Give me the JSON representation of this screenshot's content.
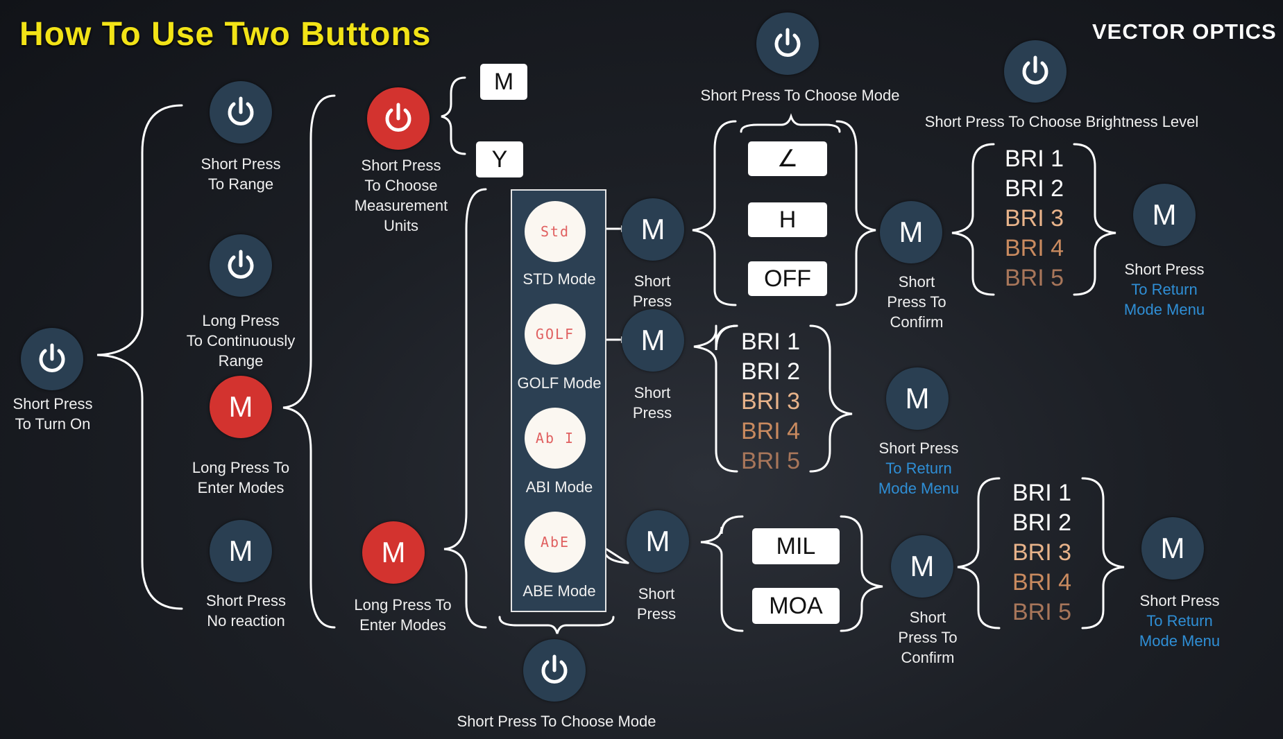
{
  "header": {
    "title": "How To Use Two Buttons",
    "logo": "VECTOR OPTICS"
  },
  "icons": {
    "power": "power-icon",
    "mode": "M"
  },
  "colors": {
    "title": "#f2e317",
    "button": "#2a3f52",
    "button_active": "#d3332f",
    "link": "#2f8fd6"
  },
  "start": {
    "label_1": "Short Press",
    "label_2": "To Turn On"
  },
  "col2": {
    "range_1": "Short Press",
    "range_2": "To Range",
    "cont_1": "Long Press",
    "cont_2": "To Continuously",
    "cont_3": "Range",
    "enter_1": "Long Press To",
    "enter_2": "Enter Modes",
    "noreact_1": "Short Press",
    "noreact_2": "No reaction"
  },
  "units": {
    "label_1": "Short Press",
    "label_2": "To Choose",
    "label_3": "Measurement",
    "label_4": "Units",
    "opt_m": "M",
    "opt_y": "Y"
  },
  "col3_enter": {
    "label_1": "Long Press To",
    "label_2": "Enter Modes"
  },
  "modes": {
    "std": {
      "display": "Std",
      "label": "STD Mode"
    },
    "golf": {
      "display": "GOLF",
      "label": "GOLF Mode"
    },
    "abi": {
      "display": "Ab I",
      "label": "ABI Mode"
    },
    "abe": {
      "display": "AbE",
      "label": "ABE Mode"
    },
    "bottom_label": "Short Press To Choose Mode"
  },
  "std_branch": {
    "press_1": "Short",
    "press_2": "Press",
    "top_label": "Short Press To Choose Mode",
    "options": [
      "∠",
      "H",
      "OFF"
    ],
    "confirm_1": "Short",
    "confirm_2": "Press To",
    "confirm_3": "Confirm",
    "bri_top_label": "Short Press To Choose Brightness Level",
    "bri": [
      "BRI 1",
      "BRI 2",
      "BRI 3",
      "BRI 4",
      "BRI 5"
    ],
    "ret_1": "Short Press",
    "ret_2": "To Return",
    "ret_3": "Mode Menu"
  },
  "golf_branch": {
    "press_1": "Short",
    "press_2": "Press",
    "bri": [
      "BRI 1",
      "BRI 2",
      "BRI 3",
      "BRI 4",
      "BRI 5"
    ],
    "ret_1": "Short Press",
    "ret_2": "To Return",
    "ret_3": "Mode Menu"
  },
  "ab_branch": {
    "press_1": "Short",
    "press_2": "Press",
    "options": [
      "MIL",
      "MOA"
    ],
    "confirm_1": "Short",
    "confirm_2": "Press To",
    "confirm_3": "Confirm",
    "bri": [
      "BRI 1",
      "BRI 2",
      "BRI 3",
      "BRI 4",
      "BRI 5"
    ],
    "ret_1": "Short Press",
    "ret_2": "To Return",
    "ret_3": "Mode Menu"
  }
}
